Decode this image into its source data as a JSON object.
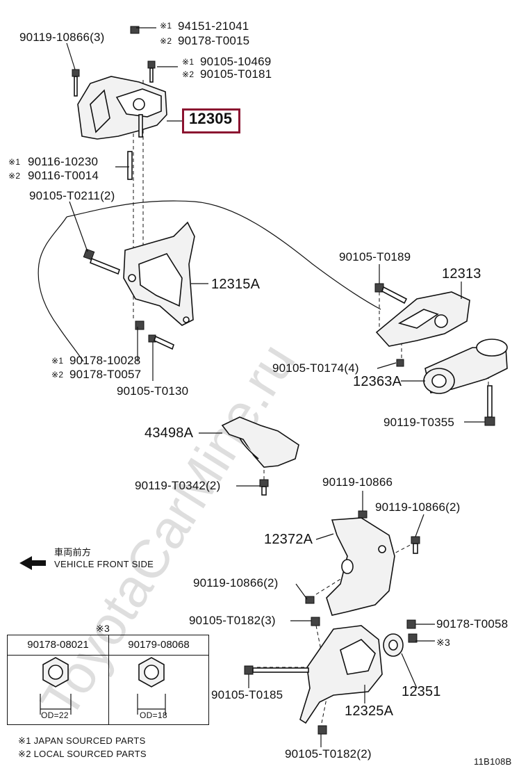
{
  "watermark": "ToyotaCarMine.ru",
  "diagram_code": "11B108B",
  "highlighted_part": "12305",
  "labels": {
    "l_90119_10866_3": "90119-10866(3)",
    "m1": "※1",
    "m2": "※2",
    "l_94151": "94151-21041",
    "l_90178_t0015": "90178-T0015",
    "l_90105_10469": "90105-10469",
    "l_90105_t0181": "90105-T0181",
    "l_90116_10230": "90116-10230",
    "l_90116_t0014": "90116-T0014",
    "l_90105_t0211": "90105-T0211(2)",
    "l_12315a": "12315A",
    "l_90178_10028": "90178-10028",
    "l_90178_t0057": "90178-T0057",
    "l_90105_t0130": "90105-T0130",
    "l_90105_t0189": "90105-T0189",
    "l_12313": "12313",
    "l_90105_t0174": "90105-T0174(4)",
    "l_12363a": "12363A",
    "l_90119_t0355": "90119-T0355",
    "l_43498a": "43498A",
    "l_90119_t0342": "90119-T0342(2)",
    "l_90119_10866": "90119-10866",
    "l_90119_10866_2a": "90119-10866(2)",
    "l_12372a": "12372A",
    "l_90119_10866_2b": "90119-10866(2)",
    "l_90105_t0182_3": "90105-T0182(3)",
    "l_90178_t0058": "90178-T0058",
    "l_m3": "※3",
    "l_12351": "12351",
    "l_90105_t0185": "90105-T0185",
    "l_12325a": "12325A",
    "l_90105_t0182_2": "90105-T0182(2)"
  },
  "front": {
    "jp": "車両前方",
    "en": "VEHICLE FRONT SIDE"
  },
  "table": {
    "mark": "※3",
    "col1_part": "90178-08021",
    "col1_od": "OD=22",
    "col2_part": "90179-08068",
    "col2_od": "OD=18"
  },
  "legend": {
    "line1": "※1 JAPAN SOURCED PARTS",
    "line2": "※2 LOCAL SOURCED PARTS"
  }
}
